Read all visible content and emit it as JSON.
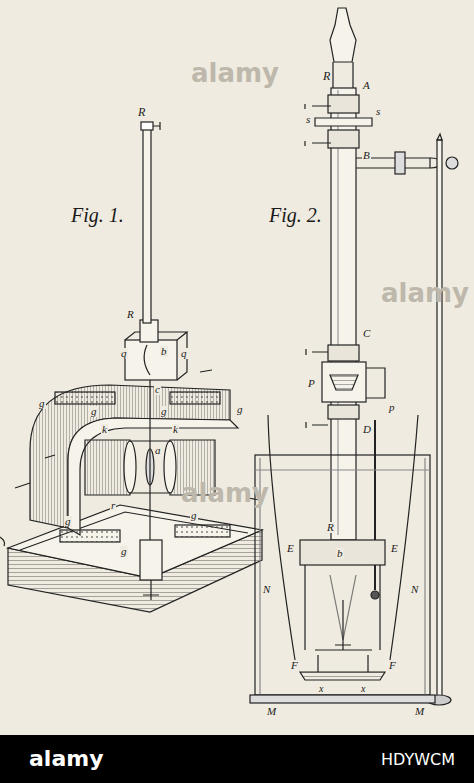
{
  "diagram": {
    "labels": [
      "Fig. 1.",
      "Fig. 2.",
      "R",
      "R",
      "q",
      "b",
      "q",
      "g",
      "g",
      "g",
      "g",
      "c",
      "k",
      "k",
      "r",
      "a",
      "g",
      "g",
      "g",
      "R",
      "A",
      "s",
      "s",
      "B",
      "C",
      "P",
      "p",
      "D",
      "N",
      "N",
      "R",
      "E",
      "b",
      "E",
      "F",
      "F",
      "x",
      "x",
      "M",
      "M",
      "alamy",
      "alamy",
      "alamy",
      "alamy",
      "HDYWCM"
    ]
  }
}
